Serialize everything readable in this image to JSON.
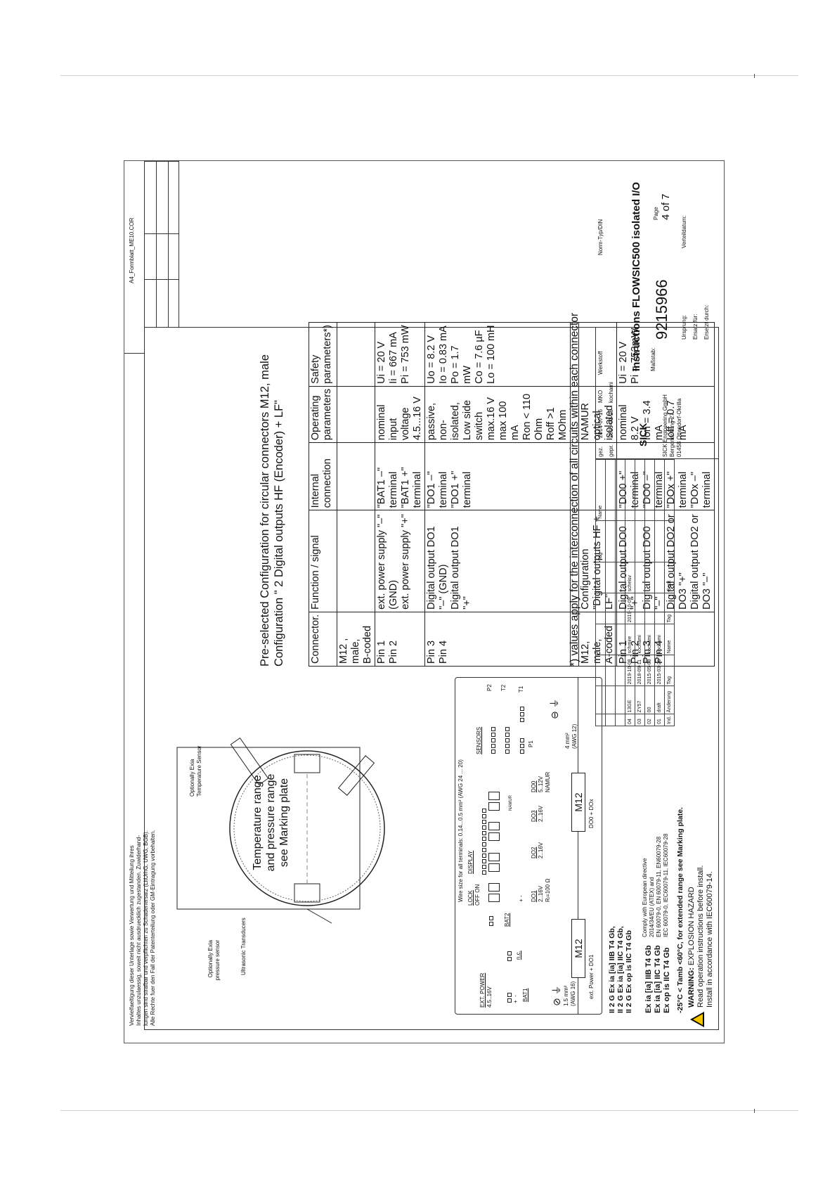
{
  "form_id": "A4_Formblatt_ME10.COR",
  "legal": [
    "Vervielfaeltigung dieser Unterlage sowie Verwertung und Mitteilung ihres",
    "Inhaltes unzulaessig, soweit nicht ausdruecklich zugestanden. Zuwiderhand-",
    "lungen sind strafbar und verpflichten zu Schadenersatz (LitUrhG, UWG, BGB).",
    "Alle Rechte fuer den Fall der Patenterteilung oder GM-Eintragung vorbehalten."
  ],
  "diagram": {
    "temp_sensor": [
      "Optionally Exia",
      "Temperature Sensor"
    ],
    "pressure_sensor": [
      "Optionally Exia",
      "pressure sensor"
    ],
    "transducers": "Ultrasonic Transducers",
    "range_note": [
      "Temperature range",
      "and pressure range",
      "see Marking plate"
    ]
  },
  "board": {
    "wire_size": "Wire size for all terminals: 0.14...0.5 mm² (AWG 24 ... 20)",
    "ext_power": "EXT. POWER",
    "ext_power_v": "4.5..16V",
    "bat1": "BAT1",
    "bat2": "BAT2",
    "nc": "n.c.",
    "lock": "LOCK",
    "off_on": "OFF ON",
    "display": "DISPLAY",
    "sensors": "SENSORS",
    "p1": "P1",
    "p2": "P2",
    "t1": "T1",
    "t2": "T2",
    "namur": "NAMUR",
    "do1": [
      "DO1",
      "2..16V",
      "Rₗ=100 Ω"
    ],
    "do2": [
      "DO2",
      "2..16V"
    ],
    "do3": [
      "DO3",
      "2..16V"
    ],
    "do0": [
      "DO0",
      "5..12V",
      "NAMUR"
    ],
    "gnd_left": [
      "1.5 mm²",
      "(AWG 16)"
    ],
    "gnd_right": [
      "4 mm²",
      "(AWG 12)"
    ],
    "m12_left": "M12",
    "m12_left_caption": "ext. Power + DO1",
    "m12_right": "M12",
    "m12_right_caption": "DO0 + DOx",
    "plus": "+",
    "minus": "-"
  },
  "ex_codes_top": [
    "II 2 G Ex ia [ia] IIB T4 Gb,",
    "II 2 G Ex ia [ia] IIC T4 Gb,",
    "II 2 G Ex op is IIC T4 Gb"
  ],
  "ex_codes": [
    "Ex ia [ia] IIB T4 Gb",
    "Ex ia [ia] IIC T4 Gb",
    "Ex op is IIC T4 Gb"
  ],
  "comply": [
    "Comply with European directive",
    "2014/34/EU (ATEX) and",
    "EN 60079-0, EN 60079-11, EN60079-28",
    "IEC 60079-0, IEC60079-11, IEC60079-28"
  ],
  "temp_note": "-25°C < Tamb <60°C, for extended range see Marking plate.",
  "warning": {
    "title": "WARNING:",
    "title_rest": " EXPLOSION HAZARD",
    "line1": "Read operation instructions before install.",
    "line2": "Install in accordance with IEC60079-14."
  },
  "config": {
    "title1": "Pre-selected Configuration for circular connectors M12, male",
    "title2": "Configuration \" 2 Digital outputs HF (Encoder) + LF\""
  },
  "table": {
    "headers": [
      "Connector.",
      "Function / signal",
      "Internal connection",
      "Operating parameters",
      "Safety parameters*)"
    ],
    "b_connector": [
      "M12 , male,",
      "B-coded"
    ],
    "b_rows": [
      {
        "pin": "Pin 1",
        "func": "ext. power supply \"–\" (GND)",
        "conn": "\"BAT1 –\" terminal"
      },
      {
        "pin": "Pin 2",
        "func": "ext. power supply \"+\"",
        "conn": "\"BAT1 +\" terminal"
      },
      {
        "pin": "Pin 3",
        "func": "Digital output DO1 \"–\" (GND)",
        "conn": "\"DO1 –\" terminal"
      },
      {
        "pin": "Pin 4",
        "func": "Digital output DO1 \"+\"",
        "conn": "\"DO1 +\"  terminal"
      }
    ],
    "b_op1": [
      "nominal",
      "input voltage",
      "4.5...16 V"
    ],
    "b_safe1": [
      "Ui = 20 V",
      "Ii = 667 mA",
      "Pi = 753 mW"
    ],
    "b_op2": [
      "passive,",
      "non-isolated,",
      "Low side switch",
      "max.16 V",
      "max 100 mA",
      "Ron < 110 Ohm",
      "Roff >1 MOhm"
    ],
    "b_safe2": [
      "Uo = 8.2 V",
      "Io = 0.83 mA",
      "Po = 1.7 mW",
      "Co = 7.6 µF",
      "Lo = 100 mH"
    ],
    "a_connector": [
      "M12, male,",
      "A-coded"
    ],
    "a_config": [
      "Configuration",
      "\"Digital outputs HF + LF\""
    ],
    "a_op_head": [
      "NAMUR",
      "optical isolated"
    ],
    "a_rows": [
      {
        "pin": "Pin 1",
        "func": "Digital output DO0 \"+\"",
        "conn": "\"DO0 +\" terminal"
      },
      {
        "pin": "Pin 2",
        "func": "Digital output DO0 \"–\"",
        "conn": "\"DO0 –\" terminal"
      },
      {
        "pin": "Pin 3",
        "func": "Digital output DO2 or DO3 \"+\"",
        "conn": "\"DOx +\" terminal"
      },
      {
        "pin": "Pin 4",
        "func": "Digital output DO2 or DO3 \"–\"",
        "conn": "\"DOx –\" terminal"
      }
    ],
    "a_op": [
      "nominal 8.2 V",
      "Ion = 3.4 mA",
      "Ioff = 0.7 mA"
    ],
    "a_safe": [
      "Ui = 20 V",
      "Pi = 753mW"
    ],
    "footnote": "*) values apply for the interconnection of all circuits within each connector"
  },
  "title_block": {
    "rev_rows": [
      [
        "04",
        "13GE",
        "2019-10-08",
        "schmire",
        "2019-10-09",
        "scheisv"
      ],
      [
        "03",
        "ZY57",
        "2018-09-11",
        "kochami",
        "",
        ""
      ],
      [
        "02",
        "00",
        "2015-05-08",
        "kochami",
        "",
        ""
      ],
      [
        "01",
        "draft",
        "2015-03-20",
        "kochami",
        "",
        ""
      ]
    ],
    "rev_header": [
      "Ind.",
      "Änderung",
      "Tag",
      "Name",
      "Gepr."
    ],
    "tag_head": "Tag",
    "name_head": "Name",
    "gez": "gez.",
    "gez_date": "2014-07-16",
    "gez_name": "MKO",
    "gepr": "gepr.",
    "gepr_date": "2015-01-29",
    "gepr_name": "kochami",
    "werkstoff": "Werkstoff",
    "norm": "Norm-Typ/DIN",
    "title": "Instructions FLOWSIC500 isolated I/O",
    "logo": "SICK",
    "company": [
      "SICK Engineering GmbH",
      "Bergener Ring 27",
      "01458 Ottendorf-Okrilla"
    ],
    "massstab": "Maßstab:",
    "number": "9215966",
    "page_label": "Page",
    "page": "4 of 7",
    "ursprung": "Ursprung:",
    "ersatz_fuer": "Ersatz für:",
    "ersetzt_durch": "Ersetzt durch:",
    "verteil": "Verteildatum:"
  }
}
